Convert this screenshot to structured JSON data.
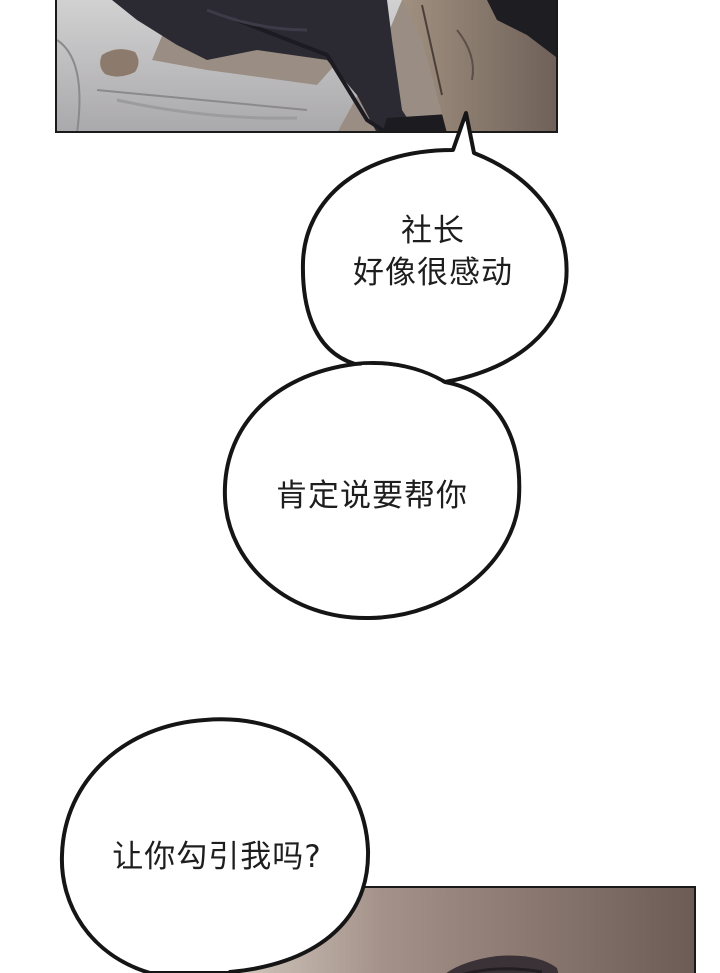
{
  "bubbles": {
    "upper": {
      "line1": "社长",
      "line2": "好像很感动"
    },
    "middle": {
      "line1": "肯定说要帮你"
    },
    "lower": {
      "line1": "让你勾引我吗?"
    }
  },
  "colors": {
    "page_background": "#ffffff",
    "ink": "#1a1a1a",
    "text": "#1e1e1e",
    "top_panel_dark": "#2b2a33",
    "top_panel_sofa": "#bdbcbd",
    "top_panel_skin": "#8c7b6c",
    "bottom_panel_wall": "#7d6a63",
    "bottom_panel_light": "#d9d1c6"
  }
}
